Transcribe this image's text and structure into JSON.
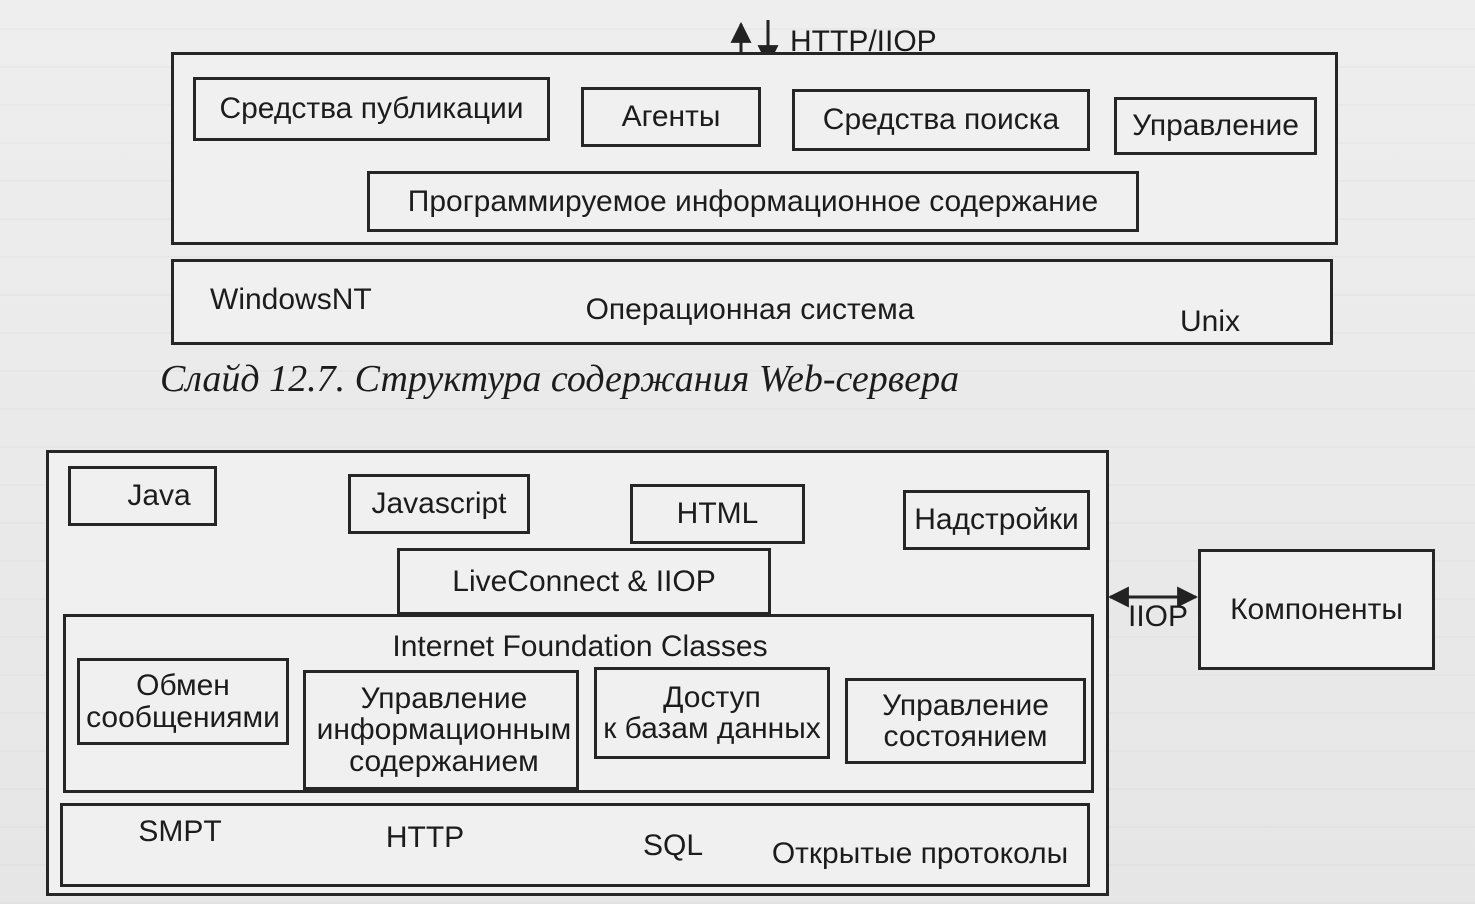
{
  "slide1": {
    "protocol_label": "HTTP/IIOP",
    "modules": {
      "publishing": "Средства публикации",
      "agents": "Агенты",
      "search": "Средства поиска",
      "management": "Управление"
    },
    "programmable_content": "Программируемое информационное содержание",
    "os_layer": {
      "left": "WindowsNT",
      "center": "Операционная система",
      "right": "Unix"
    },
    "caption": "Слайд 12.7. Структура содержания Web-сервера"
  },
  "slide2": {
    "tech": {
      "java": "Java",
      "javascript": "Javascript",
      "html": "HTML",
      "addons": "Надстройки"
    },
    "liveconnect": "LiveConnect & IIOP",
    "ifc": {
      "title": "Internet Foundation Classes",
      "messaging": "Обмен\nсообщениями",
      "content_management": "Управление\nинформационным\nсодержанием",
      "db_access": "Доступ\nк базам данных",
      "state_management": "Управление\nсостоянием"
    },
    "protocols": {
      "smpt": "SMPT",
      "http": "HTTP",
      "sql": "SQL",
      "open": "Открытые протоколы"
    },
    "iiop_label": "IIOP",
    "components": "Компоненты"
  }
}
